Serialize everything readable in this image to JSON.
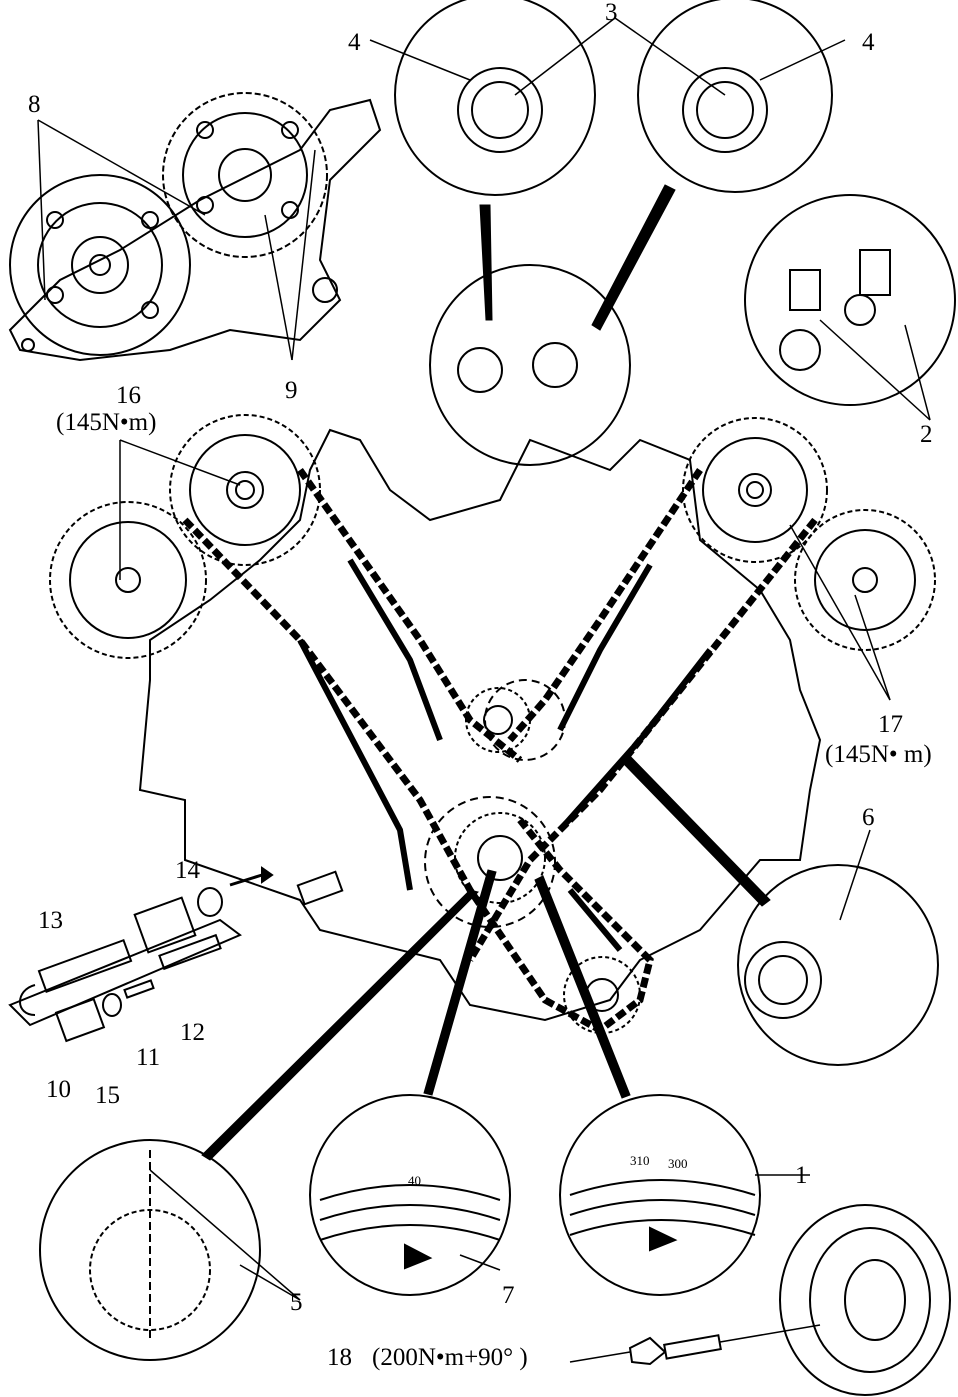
{
  "callouts": {
    "c1": "1",
    "c2": "2",
    "c3": "3",
    "c4a": "4",
    "c4b": "4",
    "c5": "5",
    "c6": "6",
    "c7": "7",
    "c8": "8",
    "c9": "9",
    "c10": "10",
    "c11": "11",
    "c12": "12",
    "c13": "13",
    "c14": "14",
    "c15": "15",
    "c16": "16",
    "c17": "17",
    "c18": "18"
  },
  "torque": {
    "t16": "(145N•m)",
    "t17": "(145N• m)",
    "t18": "(200N•m+90° )"
  },
  "scale_marks": {
    "m40": "40",
    "m310": "310",
    "m300": "300"
  }
}
